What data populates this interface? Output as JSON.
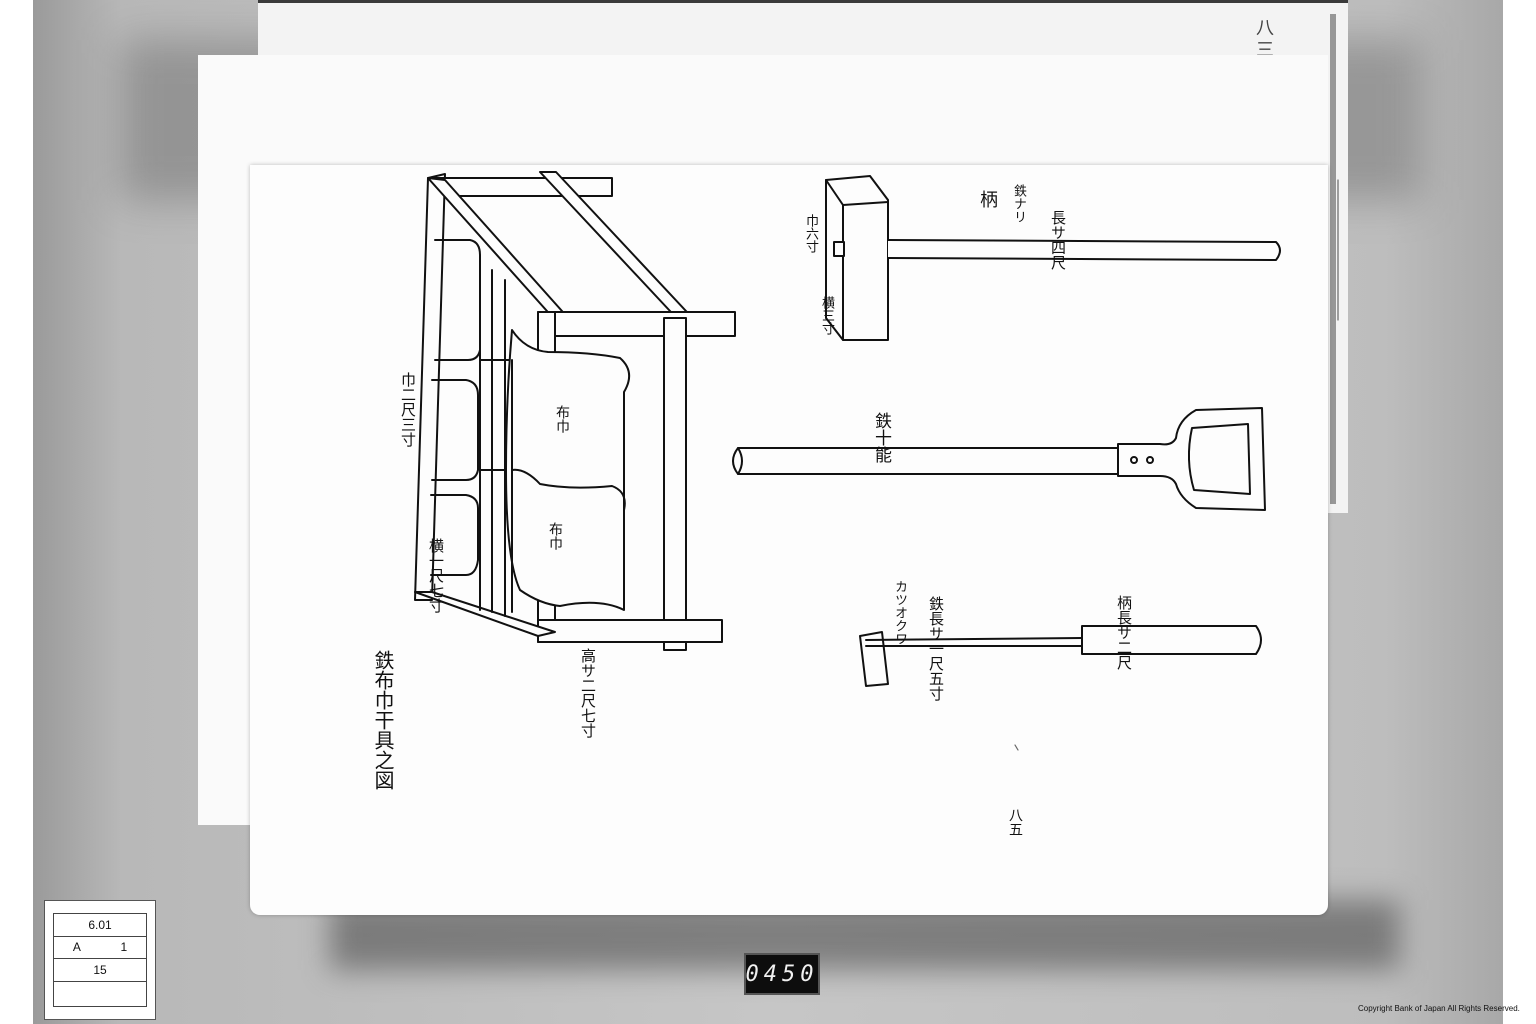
{
  "document": {
    "corner_mark": "八三ル",
    "drawing_title": "鉄布巾干具之図",
    "cabinet": {
      "height_label": "高サ二尺七寸",
      "width_label": "横一尺七寸",
      "depth_label": "巾二尺三寸",
      "cloth_labels": [
        "布巾",
        "布巾"
      ]
    },
    "paddle": {
      "handle_label": "柄",
      "iron_label": "鉄ナリ",
      "length_label": "長サ四尺",
      "blade_width_label": "巾六寸",
      "blade_height_label": "横三寸"
    },
    "shovel": {
      "name_label": "鉄十能"
    },
    "hoe": {
      "top_label": "カツオクワ",
      "iron_length_label": "鉄長サ一尺五寸",
      "handle_length_label": "柄長サ二尺"
    },
    "page_note": "八五"
  },
  "film_label": {
    "rows": [
      "6.01",
      "A",
      "1",
      "15",
      ""
    ]
  },
  "frame_number": "0450",
  "copyright": "Copyright Bank of Japan All Rights Reserved."
}
